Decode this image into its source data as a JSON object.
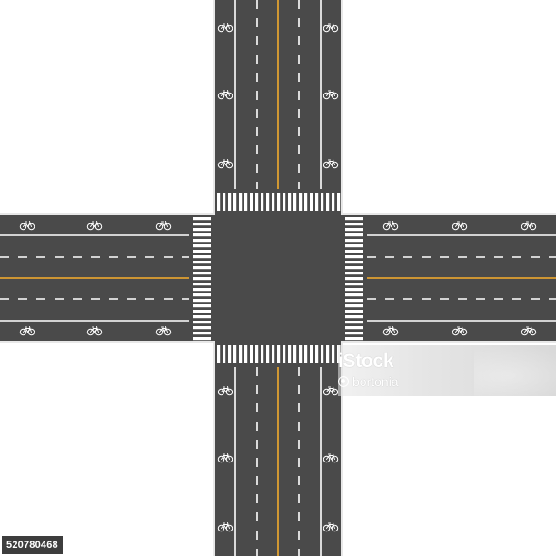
{
  "scene": {
    "colors": {
      "background": "#ffffff",
      "asphalt": "#4a4a4a",
      "curb": "#e8e8e8",
      "lane_marking": "#ffffff",
      "center_line": "#e0a030",
      "crosswalk_stripe": "#ffffff"
    },
    "roads": [
      {
        "name": "north",
        "bike_lane_icons": 6
      },
      {
        "name": "south",
        "bike_lane_icons": 6
      },
      {
        "name": "west",
        "bike_lane_icons": 6
      },
      {
        "name": "east",
        "bike_lane_icons": 6
      }
    ],
    "icon": "bicycle-icon"
  },
  "watermark": {
    "brand": "iStock",
    "credit_prefix": "Credit:",
    "credit": "bortonia"
  },
  "image_id": "520780468"
}
